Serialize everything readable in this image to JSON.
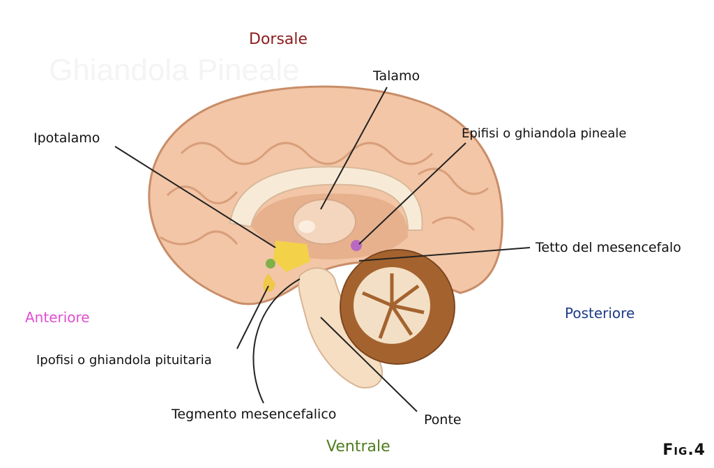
{
  "watermark": "Ghiandola Pineale",
  "directions": {
    "dorsal": "Dorsale",
    "ventral": "Ventrale",
    "anterior": "Anteriore",
    "posterior": "Posteriore"
  },
  "labels": {
    "talamo": "Talamo",
    "ipotalamo": "Ipotalamo",
    "epifisi": "Epifisi o ghiandola pineale",
    "tetto": "Tetto del mesencefalo",
    "ipofisi": "Ipofisi o ghiandola pituitaria",
    "tegmento": "Tegmento mesencefalico",
    "ponte": "Ponte"
  },
  "figure": "Fig.4",
  "colors": {
    "dorsal": "#8b1e1e",
    "ventral": "#4e7d1e",
    "anterior": "#e04fd0",
    "posterior": "#1d3c86",
    "brain": "#f2c6a6",
    "cerebellum": "#a4632e"
  }
}
